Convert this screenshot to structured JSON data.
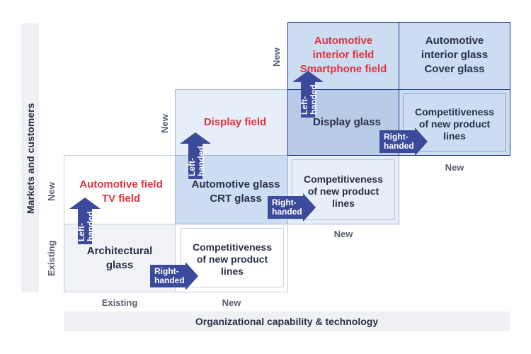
{
  "colors": {
    "market_label": "#e1323f",
    "dark_text": "#2a3045",
    "arrow_fill": "#3b4a9a",
    "axis_band": "#eff1f5"
  },
  "axes": {
    "x_title": "Organizational capability & technology",
    "y_title": "Markets and customers"
  },
  "ticks": {
    "x_existing": "Existing",
    "x_new_1": "New",
    "x_new_2": "New",
    "x_new_3": "New",
    "y_existing": "Existing",
    "y_new_1": "New",
    "y_new_2": "New",
    "y_new_3": "New"
  },
  "cells": {
    "architectural": "Architectural\nglass",
    "automotive_tv_field": "Automotive field\nTV field",
    "competitiveness_1": "Competitiveness\nof new product\nlines",
    "automotive_crt_glass": "Automotive glass\nCRT glass",
    "display_field": "Display field",
    "competitiveness_2": "Competitiveness\nof new product\nlines",
    "display_glass": "Display glass",
    "interior_field": "Automotive\ninterior field\nSmartphone field",
    "interior_cover_glass": "Automotive\ninterior glass\nCover glass",
    "competitiveness_3": "Competitiveness\nof new product\nlines"
  },
  "arrows": {
    "left_handed": "Left-\nhanded",
    "right_handed": "Right-\nhanded"
  }
}
